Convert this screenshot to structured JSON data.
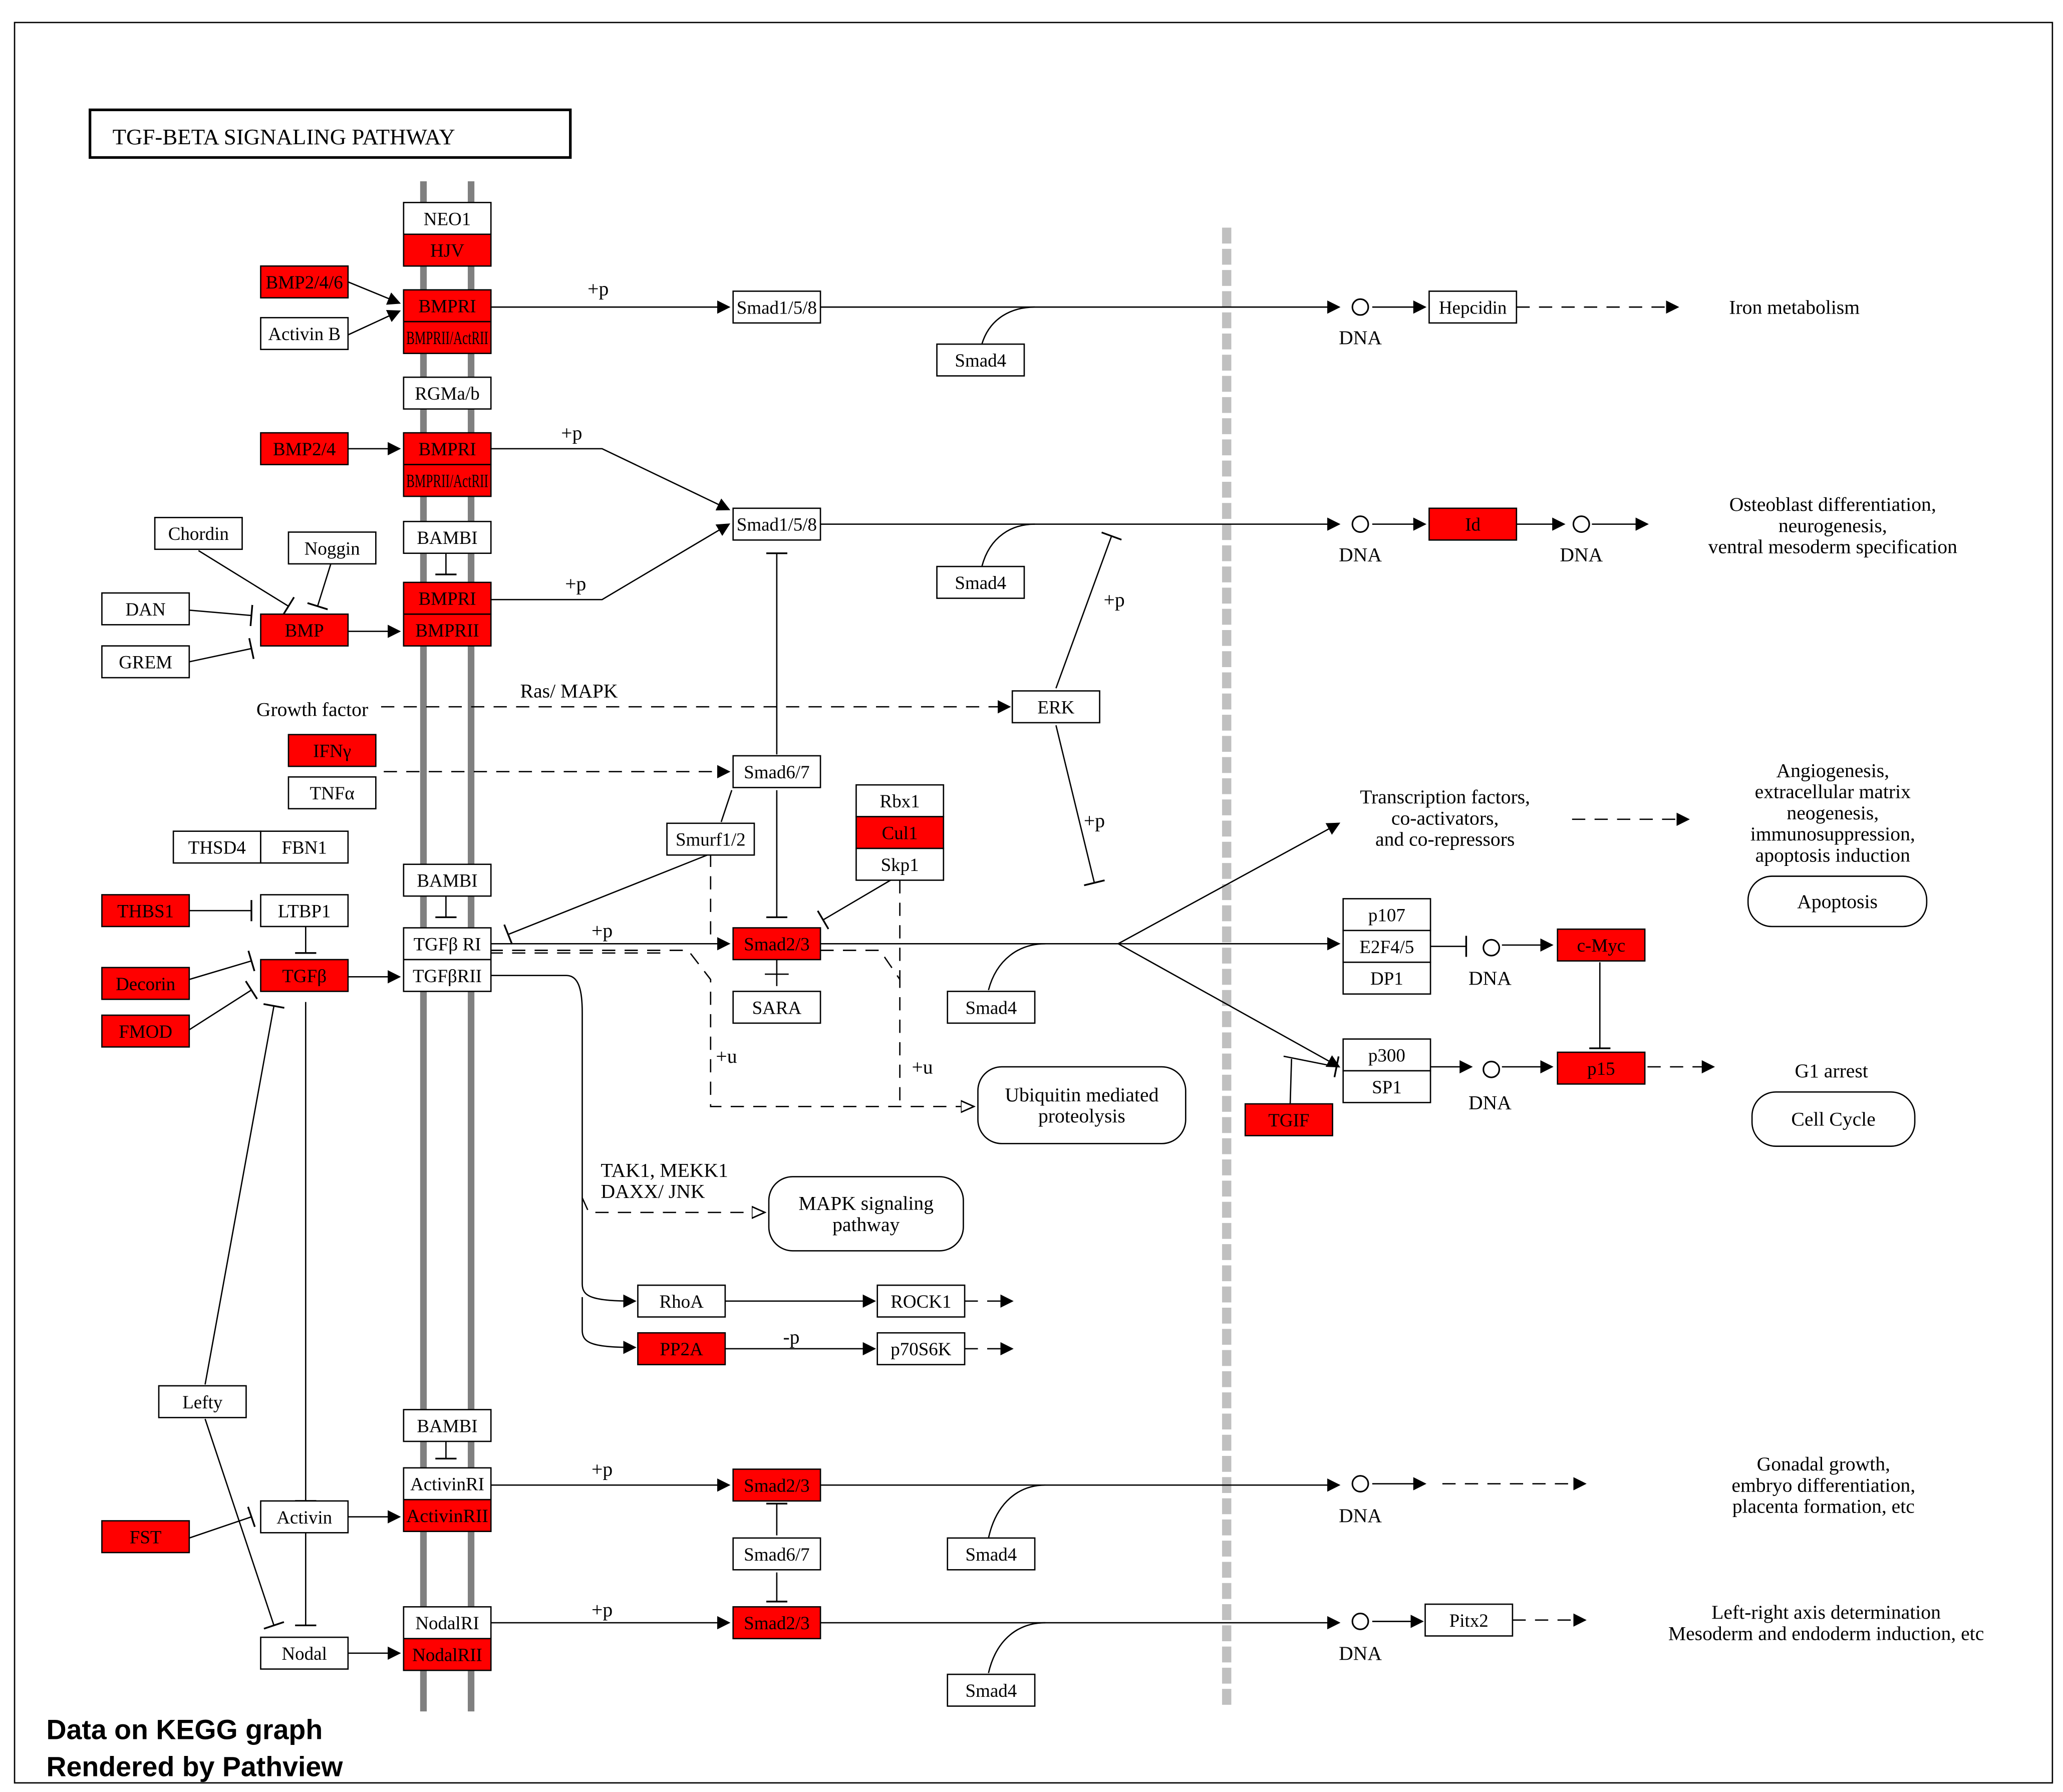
{
  "title": "TGF-BETA SIGNALING PATHWAY",
  "footer": [
    "Data on KEGG graph",
    "Rendered by Pathview"
  ],
  "colors": {
    "highlight": "#ff0000",
    "line": "#000000",
    "membrane": "#808080",
    "nucleus_border": "#c0c0c0"
  },
  "nodes": {
    "neo1": "NEO1",
    "hjv": "HJV",
    "bmp246": "BMP2/4/6",
    "activinb": "Activin B",
    "bmpri_1": "BMPRI",
    "bmprii_actrii_1": "BMPRII/ActRII",
    "rgma": "RGMa/b",
    "bmp24": "BMP2/4",
    "bmpri_2": "BMPRI",
    "bmprii_actrii_2": "BMPRII/ActRII",
    "chordin": "Chordin",
    "noggin": "Noggin",
    "bambi_1": "BAMBI",
    "dan": "DAN",
    "grem": "GREM",
    "bmp": "BMP",
    "bmpri_3": "BMPRI",
    "bmprii_3": "BMPRII",
    "smad158_1": "Smad1/5/8",
    "smad4_1": "Smad4",
    "smad158_2": "Smad1/5/8",
    "smad4_2": "Smad4",
    "hepcidin": "Hepcidin",
    "id": "Id",
    "erk": "ERK",
    "ifng": "IFNγ",
    "tnfa": "TNFα",
    "smad67_1": "Smad6/7",
    "rbx1": "Rbx1",
    "cul1": "Cul1",
    "skp1": "Skp1",
    "smurf12": "Smurf1/2",
    "thsd4": "THSD4",
    "fbn1": "FBN1",
    "thbs1": "THBS1",
    "ltbp1": "LTBP1",
    "bambi_2": "BAMBI",
    "tgfbri": "TGFβ RI",
    "tgfbrii": "TGFβRII",
    "decorin": "Decorin",
    "tgfb": "TGFβ",
    "fmod": "FMOD",
    "smad23_1": "Smad2/3",
    "sara": "SARA",
    "smad4_3": "Smad4",
    "p107": "p107",
    "e2f45": "E2F4/5",
    "dp1": "DP1",
    "cmyc": "c-Myc",
    "p300": "p300",
    "sp1": "SP1",
    "p15": "p15",
    "tgif": "TGIF",
    "ubiq": [
      "Ubiquitin mediated",
      "proteolysis"
    ],
    "mapkpath": [
      "MAPK signaling",
      "pathway"
    ],
    "rhoa": "RhoA",
    "rock1": "ROCK1",
    "pp2a": "PP2A",
    "p70s6k": "p70S6K",
    "lefty": "Lefty",
    "bambi_3": "BAMBI",
    "activinri": "ActivinRI",
    "activinrii": "ActivinRII",
    "fst": "FST",
    "activin": "Activin",
    "smad23_2": "Smad2/3",
    "smad67_2": "Smad6/7",
    "smad4_4": "Smad4",
    "nodalri": "NodalRI",
    "nodalrii": "NodalRII",
    "nodal": "Nodal",
    "smad23_3": "Smad2/3",
    "smad4_5": "Smad4",
    "pitx2": "Pitx2",
    "apoptosis": "Apoptosis",
    "cellcycle": "Cell Cycle"
  },
  "labels": {
    "growthfactor": "Growth factor",
    "rasmapk": "Ras/ MAPK",
    "dna": "DNA",
    "plus_p": "+p",
    "minus_p": "-p",
    "plus_u": "+u",
    "tak1": [
      "TAK1, MEKK1",
      "DAXX/ JNK"
    ],
    "iron": "Iron metabolism",
    "osteo": [
      "Osteoblast differentiation,",
      "neurogenesis,",
      "ventral mesoderm specification"
    ],
    "angio": [
      "Angiogenesis,",
      "extracellular matrix",
      "neogenesis,",
      "immunosuppression,",
      "apoptosis induction"
    ],
    "tf": [
      "Transcription factors,",
      "co-activators,",
      "and co-repressors"
    ],
    "g1": "G1 arrest",
    "gonadal": [
      "Gonadal growth,",
      "embryo differentiation,",
      "placenta formation, etc"
    ],
    "leftright": [
      "Left-right axis determination",
      "Mesoderm and endoderm induction, etc"
    ]
  }
}
